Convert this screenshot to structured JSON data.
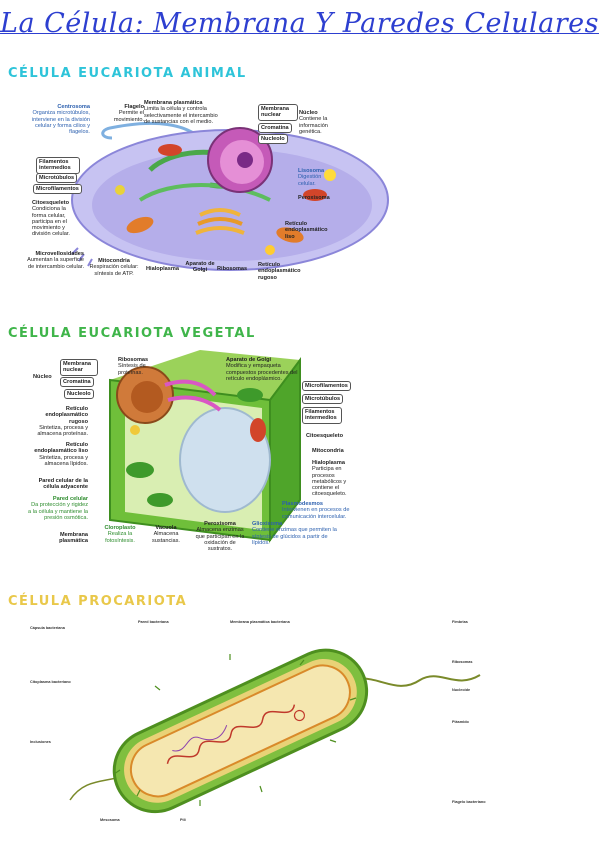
{
  "title": "La Célula: Membrana Y Paredes Celulares",
  "colors": {
    "title": "#2d3fd0",
    "animal_heading": "#2ec4d9",
    "plant_heading": "#3fb54a",
    "prok_heading": "#e9c84a",
    "accent_blue": "#2b5fae",
    "accent_green": "#2d8c2d"
  },
  "animal": {
    "heading": "Célula eucariota animal",
    "flagelo": {
      "name": "Flagelo",
      "desc": "Permite el movimiento."
    },
    "membrana_plasmatica": {
      "name": "Membrana plasmática",
      "desc": "Limita la célula y controla selectivamente el intercambio de sustancias con el medio."
    },
    "membrana_nuclear": "Membrana nuclear",
    "cromatina": "Cromatina",
    "nucleolo": "Nucleolo",
    "nucleo": {
      "name": "Núcleo",
      "desc": "Contiene la información genética."
    },
    "centrosoma": {
      "name": "Centrosoma",
      "desc": "Organiza microtúbulos, interviene en la división celular y forma cilios y flagelos."
    },
    "filamentos_intermedios": "Filamentos intermedios",
    "microtubulos": "Microtúbulos",
    "microfilamentos": "Microfilamentos",
    "lisosoma": {
      "name": "Lisosoma",
      "desc": "Digestión celular."
    },
    "peroxisoma": "Peroxisoma",
    "citoesqueleto": {
      "name": "Citoesqueleto",
      "desc": "Condiciona la forma celular, participa en el movimiento y división celular."
    },
    "reticulo_liso": "Retículo endoplasmático liso",
    "microvellosidades": {
      "name": "Microvellosidades",
      "desc": "Aumentan la superficie de intercambio celular."
    },
    "mitocondria": {
      "name": "Mitocondria",
      "desc": "Respiración celular: síntesis de ATP."
    },
    "hialoplasma": "Hialoplasma",
    "golgi": "Aparato de Golgi",
    "ribosomas": "Ribosomas",
    "reticulo_rugoso": "Retículo endoplasmático rugoso"
  },
  "plant": {
    "heading": "Célula eucariota vegetal",
    "ribosomas": {
      "name": "Ribosomas",
      "desc": "Síntesis de proteínas."
    },
    "golgi": {
      "name": "Aparato de Golgi",
      "desc": "Modifica y empaqueta compuestos procedentes del retículo endoplásmico."
    },
    "nucleo": "Núcleo",
    "membrana_nuclear": "Membrana nuclear",
    "cromatina": "Cromatina",
    "nucleolo": "Nucleolo",
    "microfilamentos": "Microfilamentos",
    "microtubulos": "Microtúbulos",
    "filamentos_intermedios": "Filamentos intermedios",
    "citoesqueleto": "Citoesqueleto",
    "reticulo_rugoso": {
      "name": "Retículo endoplasmático rugoso",
      "desc": "Sintetiza, procesa y almacena proteínas."
    },
    "reticulo_liso": {
      "name": "Retículo endoplasmático liso",
      "desc": "Sintetiza, procesa y almacena lípidos."
    },
    "mitocondria": "Mitocondria",
    "hialoplasma": {
      "name": "Hialoplasma",
      "desc": "Participa en procesos metabólicos y contiene el citoesqueleto."
    },
    "pared_adyacente": "Pared celular de la célula adyacente",
    "pared": {
      "name": "Pared celular",
      "desc": "Da protección y rigidez a la célula y mantiene la presión osmótica."
    },
    "plasmodesmos": {
      "name": "Plasmodesmos",
      "desc": "Intervienen en procesos de comunicación intercelular."
    },
    "membrana_plasmatica": "Membrana plasmática",
    "cloroplasto": {
      "name": "Cloroplasto",
      "desc": "Realiza la fotosíntesis."
    },
    "vacuola": {
      "name": "Vacuola",
      "desc": "Almacena sustancias."
    },
    "peroxisoma": {
      "name": "Peroxisoma",
      "desc": "Almacena enzimas que participan en la oxidación de sustratos."
    },
    "glioxisoma": {
      "name": "Glioxisoma",
      "desc": "Contiene enzimas que permiten la síntesis de glúcidos a partir de lípidos."
    }
  },
  "prokaryote": {
    "heading": "Célula procariota",
    "labels": [
      "Cápsula bacteriana",
      "Pared bacteriana",
      "Membrana plasmática bacteriana",
      "Fimbrias",
      "Citoplasma bacteriano",
      "Ribosomas",
      "Nucleoide",
      "Mesosoma",
      "Plásmido",
      "Flagelo bacteriano",
      "Inclusiones",
      "Pili"
    ]
  }
}
